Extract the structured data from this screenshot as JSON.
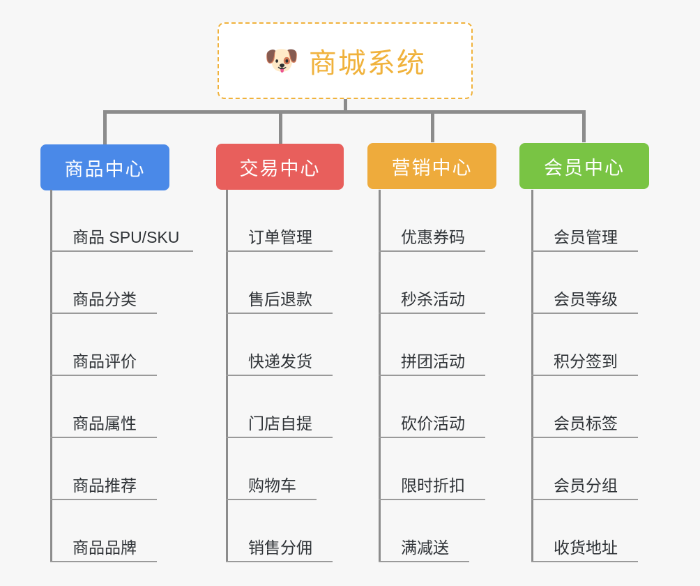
{
  "diagram": {
    "title": "商城系统",
    "type": "mindmap",
    "background_color": "#f7f7f7",
    "connector_color": "#8c8c8c"
  },
  "root": {
    "icon": "dog-face-emoji",
    "icon_glyph": "🐶",
    "label": "商城系统",
    "text_color": "#f0b23c",
    "border_color": "#f0b23c",
    "background_color": "#ffffff"
  },
  "branches": [
    {
      "label": "商品中心",
      "color": "#4a89e8",
      "items": [
        "商品 SPU/SKU",
        "商品分类",
        "商品评价",
        "商品属性",
        "商品推荐",
        "商品品牌"
      ]
    },
    {
      "label": "交易中心",
      "color": "#e85f5c",
      "items": [
        "订单管理",
        "售后退款",
        "快递发货",
        "门店自提",
        "购物车",
        "销售分佣"
      ]
    },
    {
      "label": "营销中心",
      "color": "#eeab3c",
      "items": [
        "优惠券码",
        "秒杀活动",
        "拼团活动",
        "砍价活动",
        "限时折扣",
        "满减送"
      ]
    },
    {
      "label": "会员中心",
      "color": "#79c444",
      "items": [
        "会员管理",
        "会员等级",
        "积分签到",
        "会员标签",
        "会员分组",
        "收货地址"
      ]
    }
  ]
}
